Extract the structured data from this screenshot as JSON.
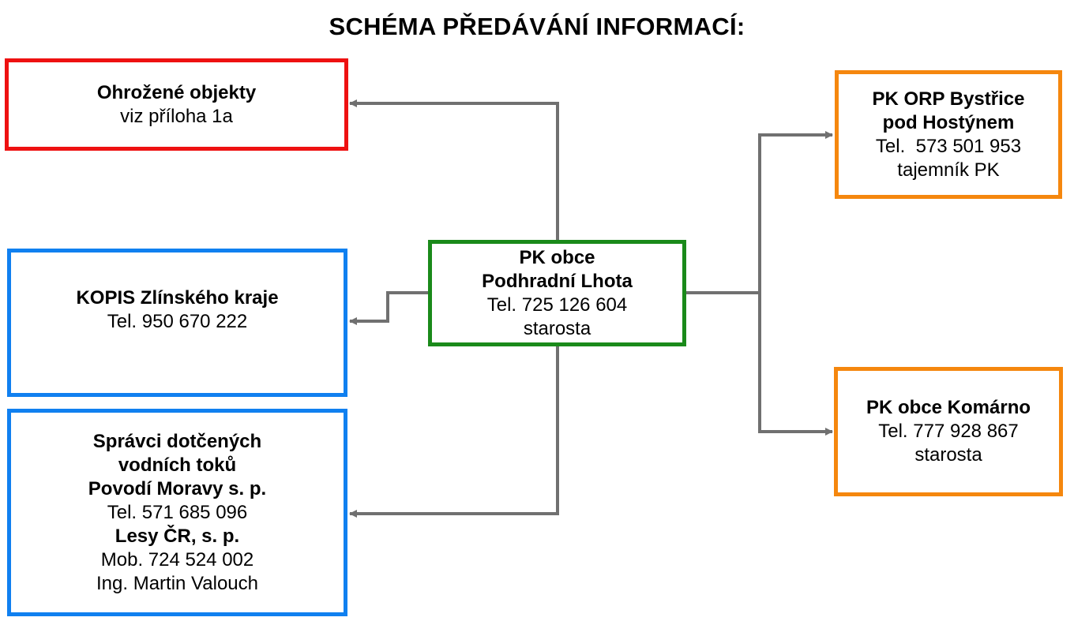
{
  "title": "SCHÉMA PŘEDÁVÁNÍ INFORMACÍ:",
  "colors": {
    "red_border": "#ee1111",
    "blue_border": "#1080f0",
    "green_border": "#1a8a1a",
    "orange_border": "#f5870e",
    "connector": "#707070"
  },
  "nodes": {
    "ohrozene": {
      "name": "Ohrožené objekty",
      "line1": "viz příloha 1a"
    },
    "kopis": {
      "name": "KOPIS Zlínského kraje",
      "tel": "Tel. 950 670 222"
    },
    "spravci": {
      "heading1": "Správci dotčených",
      "heading2": "vodních toků",
      "org1": "Povodí Moravy s. p.",
      "org1_tel": "Tel. 571 685 096",
      "org2": "Lesy ČR, s. p.",
      "org2_tel": "Mob. 724 524 002",
      "org2_person": "Ing. Martin Valouch"
    },
    "center": {
      "line1": "PK obce",
      "line2": "Podhradní Lhota",
      "tel": "Tel. 725 126 604",
      "role": "starosta"
    },
    "orp": {
      "line1": "PK ORP Bystřice",
      "line2": "pod Hostýnem",
      "tel": "Tel.  573 501 953",
      "role": "tajemník PK"
    },
    "komarno": {
      "name": "PK obce Komárno",
      "tel": "Tel. 777 928 867",
      "role": "starosta"
    }
  }
}
